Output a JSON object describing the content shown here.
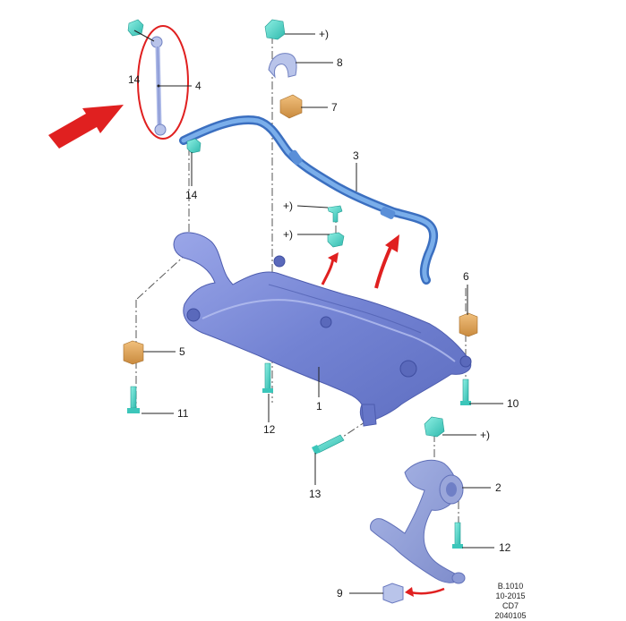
{
  "diagram": {
    "callouts": {
      "c1": "1",
      "c2": "2",
      "c3": "3",
      "c4": "4",
      "c5": "5",
      "c6": "6",
      "c7": "7",
      "c8": "8",
      "c9": "9",
      "c10": "10",
      "c11": "11",
      "c12a": "12",
      "c12b": "12",
      "c13": "13",
      "c14a": "14",
      "c14b": "14",
      "plus_top": "+)",
      "plus_mid1": "+)",
      "plus_mid2": "+)",
      "plus_right": "+)"
    },
    "reference": [
      "B.1010",
      "10-2015",
      "CD7",
      "2040105"
    ],
    "colors": {
      "subframe": "#7f8fd6",
      "stabilizer_bar": "#5a8fd8",
      "bushing": "#d9a05a",
      "fastener": "#4fd3c8",
      "highlight": "#e02020"
    }
  }
}
